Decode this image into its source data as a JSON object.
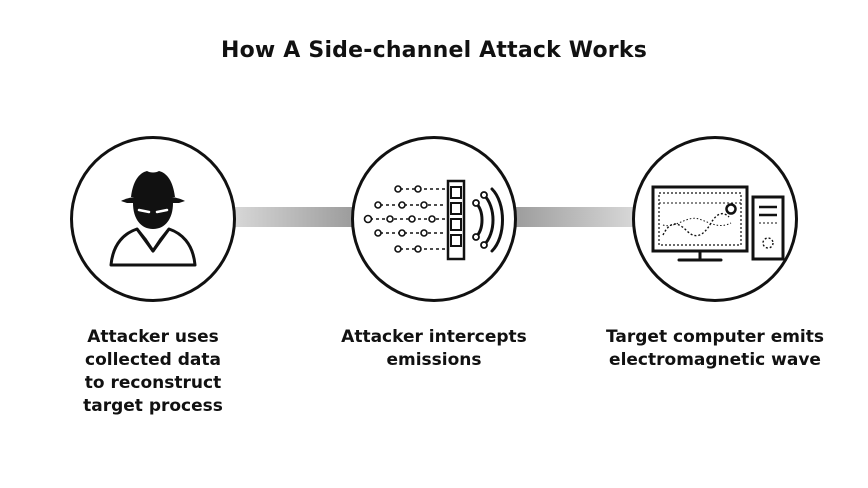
{
  "title": "How A Side-channel Attack Works",
  "steps": [
    {
      "icon": "hacker-icon",
      "caption_lines": [
        "Attacker uses",
        "collected data",
        "to reconstruct",
        "target process"
      ]
    },
    {
      "icon": "signal-intercept-icon",
      "caption_lines": [
        "Attacker intercepts",
        "emissions"
      ]
    },
    {
      "icon": "computer-icon",
      "caption_lines": [
        "Target computer emits",
        "electromagnetic wave"
      ]
    }
  ],
  "colors": {
    "stroke": "#111111",
    "connector_dark": "#9b9b9b",
    "connector_light": "#d9d9d9"
  }
}
